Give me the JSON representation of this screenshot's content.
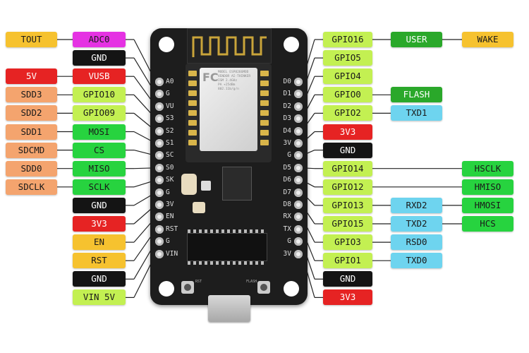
{
  "colors": {
    "orange": "#f4a46e",
    "lime": "#c3f052",
    "green": "#27d33f",
    "darkgreen": "#2aa82a",
    "yellow": "#f6c22f",
    "black": "#141414",
    "red": "#e62323",
    "magenta": "#e532e3",
    "cyan": "#6ed4ef",
    "board": "#1d1d1d"
  },
  "left_labels": [
    {
      "text": "TOUT",
      "color": "yellow"
    },
    {
      "text": "ADC0",
      "color": "magenta"
    },
    {
      "text": "GND",
      "color": "black"
    },
    {
      "text": "5V",
      "color": "red"
    },
    {
      "text": "VUSB",
      "color": "red"
    },
    {
      "text": "SDD3",
      "color": "orange"
    },
    {
      "text": "GPIO10",
      "color": "lime"
    },
    {
      "text": "SDD2",
      "color": "orange"
    },
    {
      "text": "GPIO09",
      "color": "lime"
    },
    {
      "text": "SDD1",
      "color": "orange"
    },
    {
      "text": "MOSI",
      "color": "green"
    },
    {
      "text": "SDCMD",
      "color": "orange"
    },
    {
      "text": "CS",
      "color": "green"
    },
    {
      "text": "SDD0",
      "color": "orange"
    },
    {
      "text": "MISO",
      "color": "green"
    },
    {
      "text": "SDCLK",
      "color": "orange"
    },
    {
      "text": "SCLK",
      "color": "green"
    },
    {
      "text": "GND",
      "color": "black"
    },
    {
      "text": "3V3",
      "color": "red"
    },
    {
      "text": "EN",
      "color": "yellow"
    },
    {
      "text": "RST",
      "color": "yellow"
    },
    {
      "text": "GND",
      "color": "black"
    },
    {
      "text": "VIN 5V",
      "color": "lime"
    }
  ],
  "right_labels": [
    {
      "text": "GPIO16",
      "color": "lime"
    },
    {
      "text": "USER",
      "color": "darkgreen"
    },
    {
      "text": "WAKE",
      "color": "yellow"
    },
    {
      "text": "GPIO5",
      "color": "lime"
    },
    {
      "text": "GPIO4",
      "color": "lime"
    },
    {
      "text": "GPIO0",
      "color": "lime"
    },
    {
      "text": "FLASH",
      "color": "darkgreen"
    },
    {
      "text": "GPIO2",
      "color": "lime"
    },
    {
      "text": "TXD1",
      "color": "cyan"
    },
    {
      "text": "3V3",
      "color": "red"
    },
    {
      "text": "GND",
      "color": "black"
    },
    {
      "text": "GPIO14",
      "color": "lime"
    },
    {
      "text": "HSCLK",
      "color": "green"
    },
    {
      "text": "GPIO12",
      "color": "lime"
    },
    {
      "text": "HMISO",
      "color": "green"
    },
    {
      "text": "GPIO13",
      "color": "lime"
    },
    {
      "text": "RXD2",
      "color": "cyan"
    },
    {
      "text": "HMOSI",
      "color": "green"
    },
    {
      "text": "GPIO15",
      "color": "lime"
    },
    {
      "text": "TXD2",
      "color": "cyan"
    },
    {
      "text": "HCS",
      "color": "green"
    },
    {
      "text": "GPIO3",
      "color": "lime"
    },
    {
      "text": "RSD0",
      "color": "cyan"
    },
    {
      "text": "GPIO1",
      "color": "lime"
    },
    {
      "text": "TXD0",
      "color": "cyan"
    },
    {
      "text": "GND",
      "color": "black"
    },
    {
      "text": "3V3",
      "color": "red"
    }
  ],
  "board_left_pins": [
    "A0",
    "G",
    "VU",
    "S3",
    "S2",
    "S1",
    "SC",
    "S0",
    "SK",
    "G",
    "3V",
    "EN",
    "RST",
    "G",
    "VIN"
  ],
  "board_right_pins": [
    "D0",
    "D1",
    "D2",
    "D3",
    "D4",
    "3V",
    "G",
    "D5",
    "D6",
    "D7",
    "D8",
    "RX",
    "TX",
    "G",
    "3V"
  ],
  "module_text": {
    "line1": "MODEL  ESP8266MOD",
    "line2": "VENDOR  AI-THINKER",
    "line3": "ISM 2.4GHz",
    "line4": "PA +25dBm",
    "line5": "802.11b/g/n"
  },
  "button_labels": {
    "rst": "RST",
    "flash": "FLASH"
  }
}
